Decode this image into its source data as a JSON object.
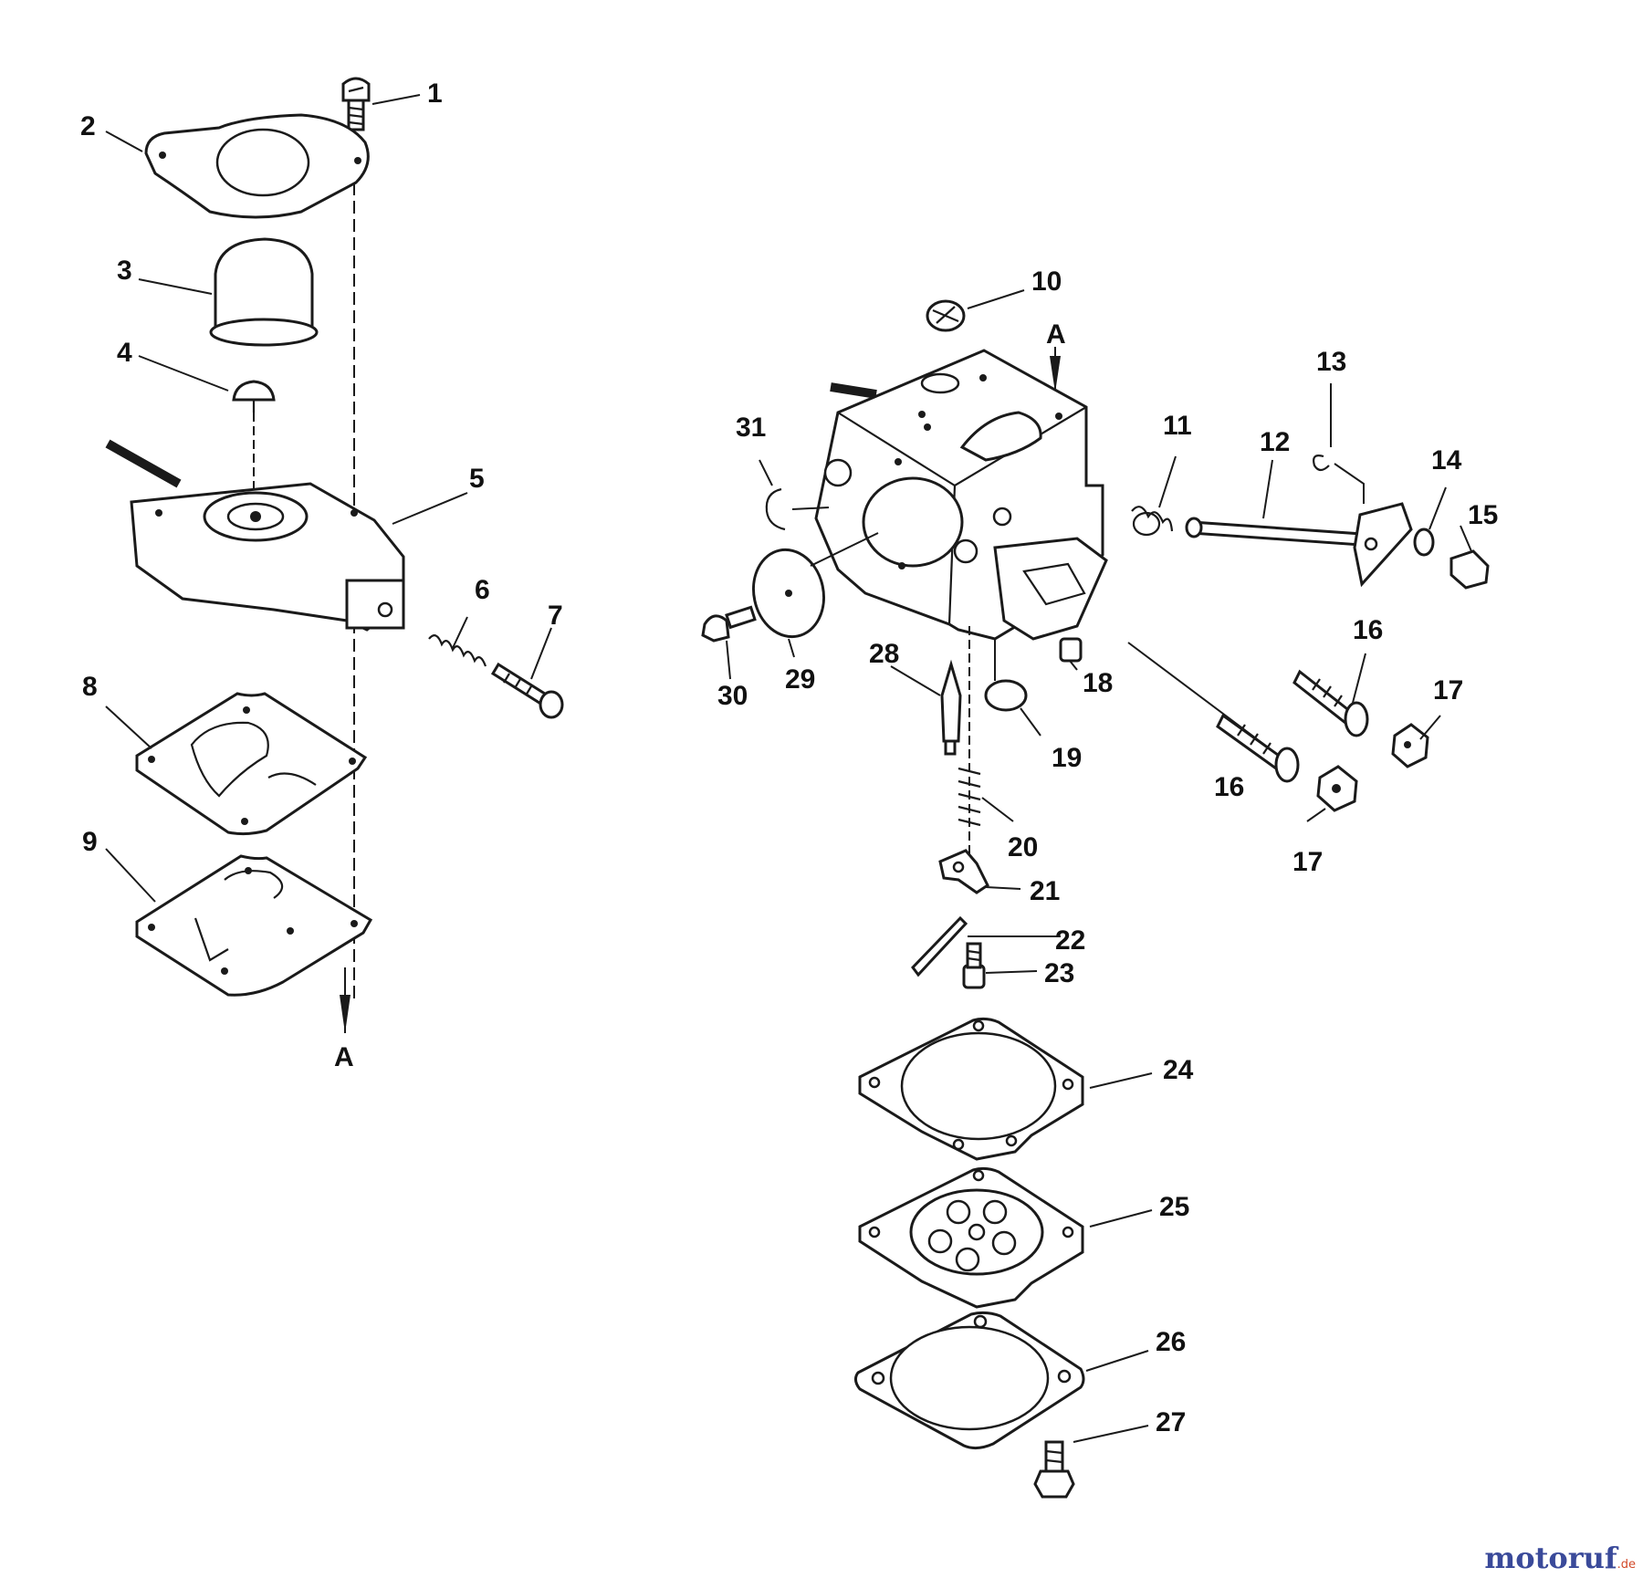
{
  "diagram": {
    "part_numbers": [
      "1",
      "2",
      "3",
      "4",
      "5",
      "6",
      "7",
      "8",
      "9",
      "10",
      "11",
      "12",
      "13",
      "14",
      "15",
      "16",
      "16",
      "17",
      "17",
      "18",
      "19",
      "20",
      "21",
      "22",
      "23",
      "24",
      "25",
      "26",
      "27",
      "28",
      "29",
      "30",
      "31"
    ],
    "reference_marks": [
      "A",
      "A"
    ]
  },
  "watermark": {
    "brand_left": "motoruf",
    "brand_right": "",
    "suffix": ".de"
  }
}
